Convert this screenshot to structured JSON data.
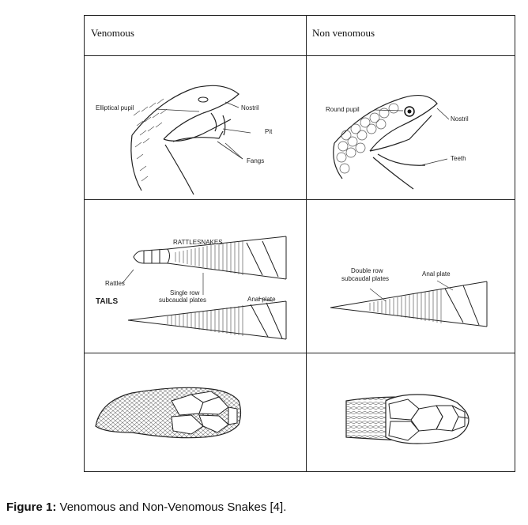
{
  "table": {
    "col_venomous": "Venomous",
    "col_non_venomous": "Non venomous"
  },
  "heads": {
    "venomous": {
      "elliptical_pupil": "Elliptical pupil",
      "nostril": "Nostril",
      "pit": "Pit",
      "fangs": "Fangs"
    },
    "non_venomous": {
      "round_pupil": "Round pupil",
      "nostril": "Nostril",
      "teeth": "Teeth"
    }
  },
  "tails": {
    "venomous": {
      "heading": "RATTLESNAKES",
      "rattles": "Rattles",
      "tails": "TAILS",
      "single_row": "Single row",
      "subcaudal": "subcaudal plates",
      "anal_plate": "Anal plate"
    },
    "non_venomous": {
      "double_row": "Double row",
      "subcaudal": "subcaudal plates",
      "anal_plate": "Anal plate"
    }
  },
  "caption": {
    "label": "Figure 1:",
    "text": " Venomous and Non-Venomous Snakes [4]."
  }
}
